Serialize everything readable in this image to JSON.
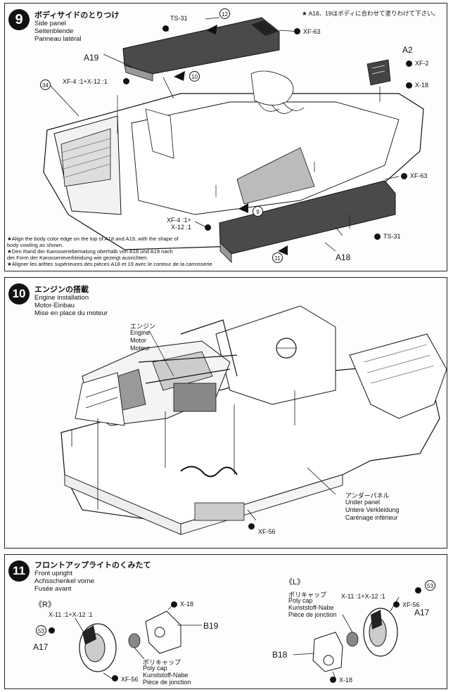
{
  "steps": [
    {
      "number": "9",
      "title_jp": "ボディサイドのとりつけ",
      "title_en": "Side panel",
      "title_de": "Seitenblende",
      "title_fr": "Panneau latéral",
      "top_note_jp": "★ A18、19はボディに合わせて塗りわけて下さい。",
      "labels": {
        "ts31_top": "TS-31",
        "ts31_bottom": "TS-31",
        "xf63_top": "XF-63",
        "xf63_right": "XF-63",
        "xf2": "XF-2",
        "x18": "X-18",
        "mix_left": "XF-4 :1+X-12 :1",
        "mix_bottom_1": "XF-4 :1+",
        "mix_bottom_2": "X-12 :1",
        "a19": "A19",
        "a2": "A2",
        "a18": "A18",
        "c12": "12",
        "c10": "10",
        "c34": "34",
        "c9": "9",
        "c11": "11"
      },
      "notes": [
        "★Align the body color edge on the top of A18 and A19, with the shape of",
        "  body cowling as shown.",
        "★Den Rand der Karosseriebemalung oberhalb von A18 und A19 nach",
        "  der Form der Karosserieverkleidung wie gezeigt ausrichten.",
        "★Aligner les arêtes supérieures des pièces A18 et 19 avec le contour de la carrosserie"
      ]
    },
    {
      "number": "10",
      "title_jp": "エンジンの搭載",
      "title_en": "Engine installation",
      "title_de": "Motor-Einbau",
      "title_fr": "Mise en place du moteur",
      "engine_label": [
        "エンジン",
        "Engine",
        "Motor",
        "Moteur"
      ],
      "under_panel_label": [
        "アンダーパネル",
        "Under panel",
        "Untere Verkleidung",
        "Carénage inférieur"
      ],
      "xf56": "XF-56"
    },
    {
      "number": "11",
      "title_jp": "フロントアップライトのくみたて",
      "title_en": "Front upright",
      "title_de": "Achsschenkel vorne",
      "title_fr": "Fusée avant",
      "right_side": {
        "tag": "《R》",
        "mix": "X-11 :1+X-12 :1",
        "c53": "53",
        "a17": "A17",
        "x18": "X-18",
        "b19": "B19",
        "xf56": "XF-56",
        "poly_cap": [
          "ポリキャップ",
          "Poly cap",
          "Kunststoff-Nabe",
          "Pièce de jonction"
        ]
      },
      "left_side": {
        "tag": "《L》",
        "poly_cap": [
          "ポリキャップ",
          "Poly cap",
          "Kunststoff-Nabe",
          "Pièce de jonction"
        ],
        "mix": "X-11 :1+X-12 :1",
        "c53": "53",
        "xf56": "XF-56",
        "a17": "A17",
        "b18": "B18",
        "x18": "X-18"
      }
    }
  ]
}
